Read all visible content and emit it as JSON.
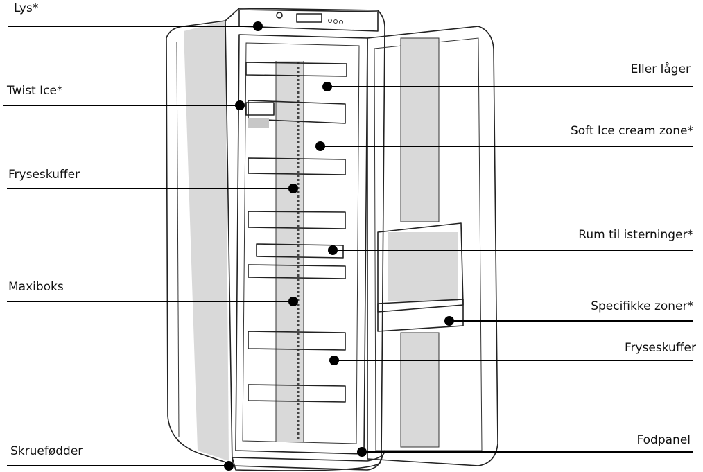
{
  "labels": {
    "lys": "Lys*",
    "twist_ice": "Twist Ice*",
    "fryseskuffer_left": "Fryseskuffer",
    "maxiboks": "Maxiboks",
    "skruefodder": "Skruefødder",
    "eller_lager": "Eller låger",
    "soft_ice": "Soft Ice cream zone*",
    "rum_isterninger": "Rum til isterninger*",
    "specifikke_zoner": "Specifikke zoner*",
    "fryseskuffer_right": "Fryseskuffer",
    "fodpanel": "Fodpanel"
  }
}
